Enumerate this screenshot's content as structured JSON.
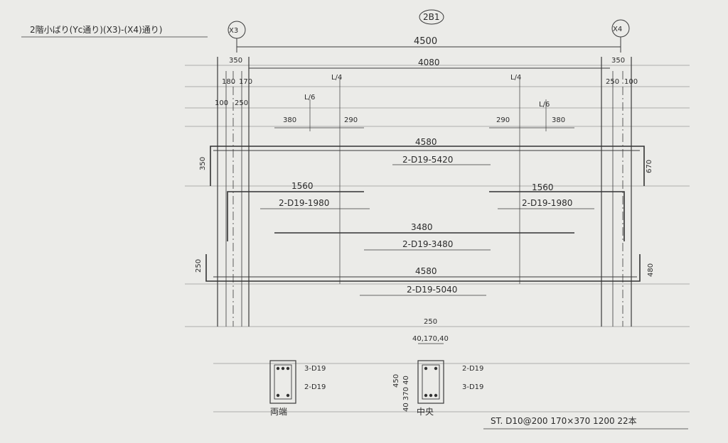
{
  "header": {
    "title_note": "2階小ばり(Yc通り)(X3)-(X4)通り)",
    "beam_id": "2B1"
  },
  "grid": {
    "left": "X3",
    "right": "X4"
  },
  "dims": {
    "span": "4500",
    "clear_span": "4080",
    "left_col_w": "350",
    "right_col_w": "350",
    "left_180": "180",
    "left_170": "170",
    "right_250": "250",
    "right_100": "100",
    "left_100": "100",
    "left_250": "250",
    "quarter_left": "L/4",
    "quarter_right": "L/4",
    "sixth_left": "L/6",
    "sixth_right": "L/6",
    "left_380": "380",
    "left_290": "290",
    "right_290": "290",
    "right_380": "380",
    "top_hook_left": "350",
    "top_hook_right": "670",
    "bot_hook_left": "250",
    "bot_hook_right": "480"
  },
  "bars": {
    "top_main_len": "4580",
    "top_main_label": "2-D19-5420",
    "extra_left_len": "1560",
    "extra_left_label": "2-D19-1980",
    "extra_right_len": "1560",
    "extra_right_label": "2-D19-1980",
    "middle_len": "3480",
    "middle_label": "2-D19-3480",
    "bottom_len": "4580",
    "bottom_label": "2-D19-5040"
  },
  "section": {
    "width": "250",
    "width_split": "40,170,40",
    "depth": "450",
    "depth_split": "40 370 40",
    "end_top": "3-D19",
    "end_bot": "2-D19",
    "end_caption": "両端",
    "mid_top": "2-D19",
    "mid_bot": "3-D19",
    "mid_caption": "中央"
  },
  "stirrup_note": "ST. D10@200  170×370  1200 22本"
}
